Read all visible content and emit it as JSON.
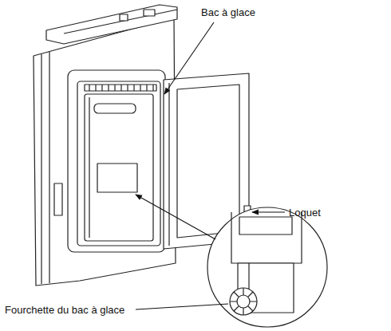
{
  "diagram": {
    "labels": [
      "Bac à glace",
      "Loquet",
      "Fourchette du bac à glace"
    ]
  }
}
